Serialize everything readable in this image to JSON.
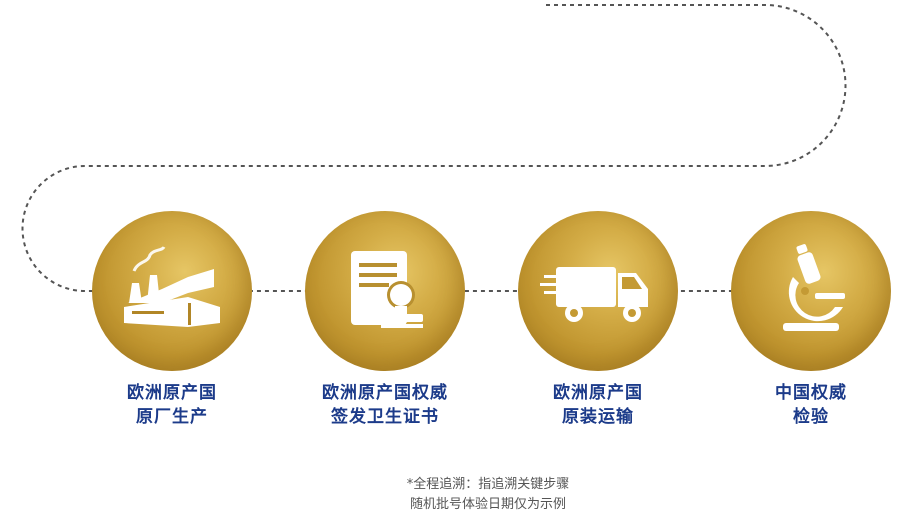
{
  "steps": [
    {
      "icon": "factory-icon",
      "line1": "欧洲原产国",
      "line2": "原厂生产"
    },
    {
      "icon": "certificate-stamp-icon",
      "line1": "欧洲原产国权威",
      "line2": "签发卫生证书"
    },
    {
      "icon": "delivery-truck-icon",
      "line1": "欧洲原产国",
      "line2": "原装运输"
    },
    {
      "icon": "microscope-icon",
      "line1": "中国权威",
      "line2": "检验"
    }
  ],
  "footnote": {
    "line1": "*全程追溯：指追溯关键步骤",
    "line2": "随机批号体验日期仅为示例"
  },
  "colors": {
    "gold": "#c9a33c",
    "label_blue": "#1c3b8a",
    "path_gray": "#555555"
  }
}
